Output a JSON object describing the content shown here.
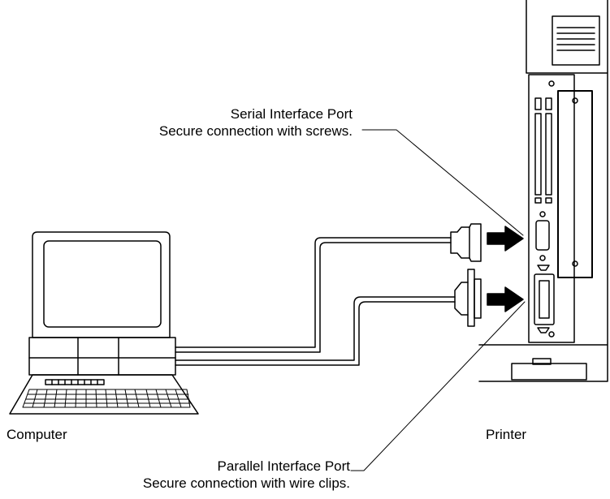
{
  "labels": {
    "serial_title": "Serial Interface Port",
    "serial_note": "Secure connection with screws.",
    "parallel_title": "Parallel Interface Port",
    "parallel_note": "Secure connection with wire clips.",
    "computer": "Computer",
    "printer": "Printer"
  }
}
